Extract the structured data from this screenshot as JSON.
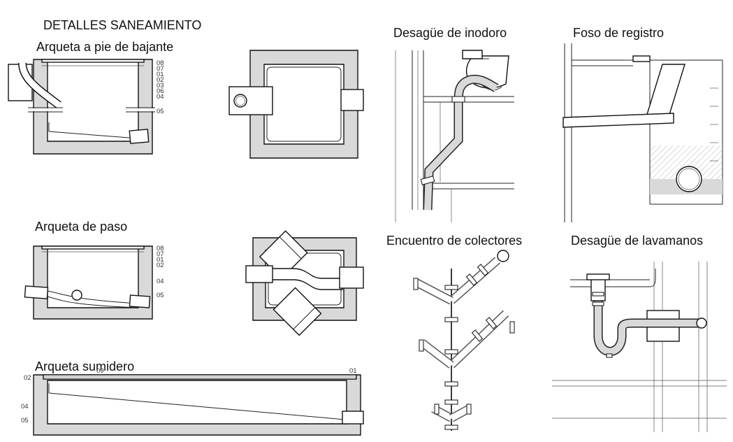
{
  "sheet_title": "DETALLES SANEAMIENTO",
  "details": {
    "arqueta_pie_bajante": {
      "title": "Arqueta a pie de bajante",
      "codes": [
        "08",
        "07",
        "01",
        "02",
        "03",
        "06",
        "04",
        "05"
      ]
    },
    "arqueta_paso": {
      "title": "Arqueta de paso",
      "codes": [
        "08",
        "07",
        "01",
        "02",
        "04",
        "05"
      ]
    },
    "arqueta_sumidero": {
      "title": "Arqueta sumidero",
      "codes_left": [
        "02",
        "04",
        "05"
      ],
      "code_top_left": "09",
      "code_top_right": "01"
    },
    "desague_inodoro": {
      "title": "Desagüe de inodoro"
    },
    "foso_registro": {
      "title": "Foso de registro"
    },
    "encuentro_colectores": {
      "title": "Encuentro de colectores"
    },
    "desague_lavamanos": {
      "title": "Desagüe de lavamanos"
    }
  },
  "colors": {
    "line": "#111111",
    "wall_fill": "#d9d9d9",
    "background": "#ffffff"
  }
}
